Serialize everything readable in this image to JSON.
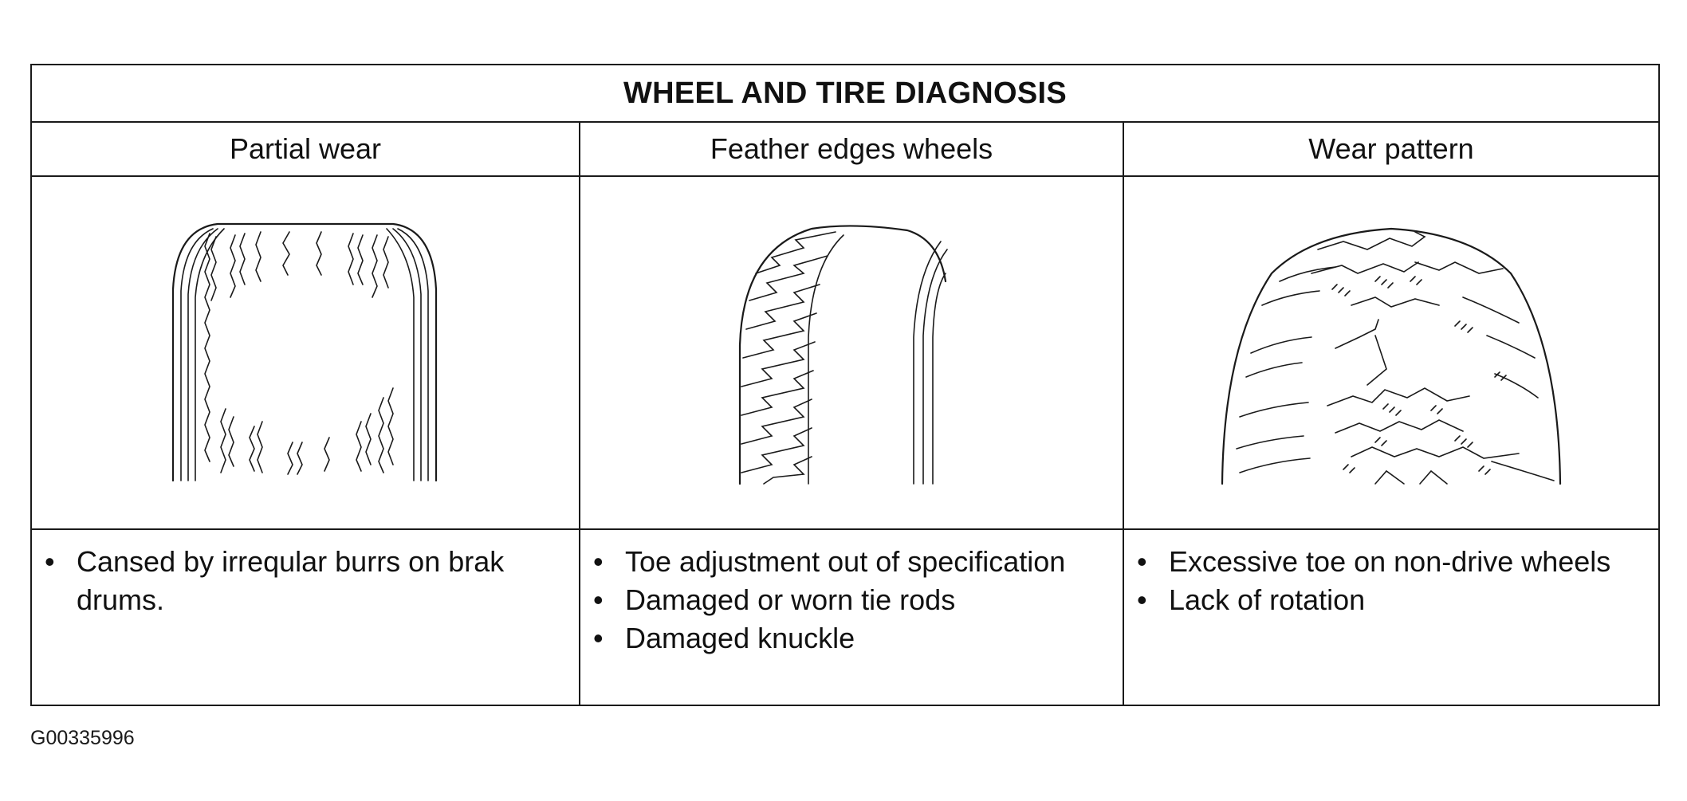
{
  "table": {
    "title": "WHEEL AND TIRE DIAGNOSIS",
    "columns": [
      {
        "header": "Partial wear",
        "illustration": "partial-wear-tire-illustration",
        "causes": [
          "Cansed by irreqular burrs on brak drums."
        ]
      },
      {
        "header": "Feather edges wheels",
        "illustration": "feather-edge-tire-illustration",
        "causes": [
          "Toe adjustment out of specification",
          "Damaged or worn tie rods",
          "Damaged knuckle"
        ]
      },
      {
        "header": "Wear pattern",
        "illustration": "wear-pattern-tire-illustration",
        "causes": [
          "Excessive toe on non-drive wheels",
          "Lack of rotation"
        ]
      }
    ]
  },
  "figure_id": "G00335996"
}
